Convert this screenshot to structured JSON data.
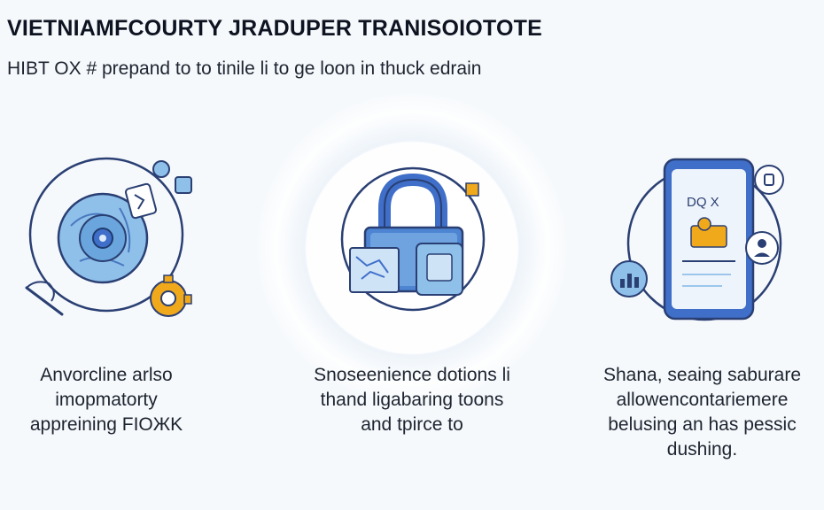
{
  "header": {
    "title": "VIETNIAMFCOURTY JRADUPER TRANISOIOTOTE",
    "subtitle": "HIBT OX # prepand to to tinile li to ge loon in thuck edrain"
  },
  "panels": [
    {
      "icon": "eye-shield-icon",
      "caption_lines": [
        "Anvorcline arlso",
        "imopmatorty",
        "appreining FIOЖK"
      ]
    },
    {
      "icon": "padlock-icon",
      "caption_lines": [
        "Snoseenience dotions li",
        "thand ligabaring toons",
        "and tpirce to"
      ]
    },
    {
      "icon": "smartphone-icon",
      "caption_lines": [
        "Shana, seaing saburare",
        "allowencontariemere",
        "belusing an has pessic",
        "dushing."
      ]
    }
  ],
  "phone_screen": {
    "label": "DQ X"
  },
  "colors": {
    "primary_blue": "#3f6fc9",
    "light_blue": "#9cc6ec",
    "accent_orange": "#f1a91c",
    "ring_navy": "#2a3f73"
  }
}
